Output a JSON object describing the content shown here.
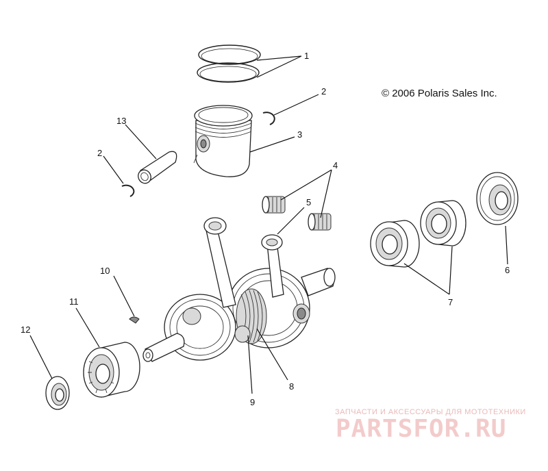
{
  "copyright": "© 2006 Polaris Sales Inc.",
  "callouts": [
    {
      "id": "c1",
      "text": "1"
    },
    {
      "id": "c2a",
      "text": "2"
    },
    {
      "id": "c2b",
      "text": "2"
    },
    {
      "id": "c3",
      "text": "3"
    },
    {
      "id": "c4",
      "text": "4"
    },
    {
      "id": "c5",
      "text": "5"
    },
    {
      "id": "c6",
      "text": "6"
    },
    {
      "id": "c7",
      "text": "7"
    },
    {
      "id": "c8",
      "text": "8"
    },
    {
      "id": "c9",
      "text": "9"
    },
    {
      "id": "c10",
      "text": "10"
    },
    {
      "id": "c11",
      "text": "11"
    },
    {
      "id": "c12",
      "text": "12"
    },
    {
      "id": "c13",
      "text": "13"
    }
  ],
  "watermark": {
    "tagline": "ЗАПЧАСТИ И АКСЕССУАРЫ ДЛЯ МОТОТЕХНИКИ",
    "brand": "PARTSFOR.RU",
    "color": "#e8a0a0"
  }
}
